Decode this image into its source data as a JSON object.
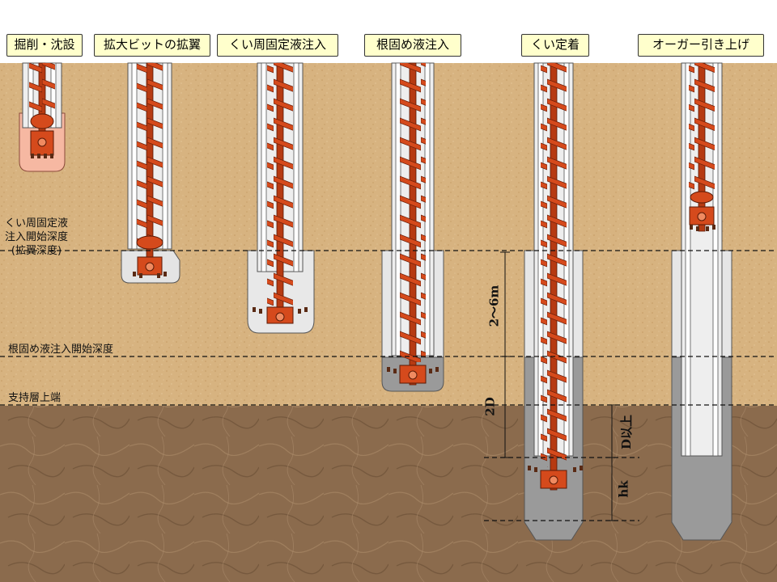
{
  "steps": [
    {
      "label": "掘削・沈設"
    },
    {
      "label": "拡大ビットの拡翼"
    },
    {
      "label": "くい周固定液注入"
    },
    {
      "label": "根固め液注入"
    },
    {
      "label": "くい定着"
    },
    {
      "label": "オーガー引き上げ"
    }
  ],
  "depth_labels": {
    "pile_fixing_start": [
      "くい周固定液",
      "注入開始深度",
      "(拡翼深度)"
    ],
    "root_solidifying_start": "根固め液注入開始深度",
    "bearing_layer_top": "支持層上端"
  },
  "dimensions": {
    "range_2_6m": "2～6m",
    "two_d": "2D",
    "d_or_more": "D以上",
    "hk": "hk"
  },
  "colors": {
    "soil_upper": "#d8b482",
    "soil_lower": "#8a6a4c",
    "auger": "#d54a1c",
    "casing": "#e9e9e9",
    "fixing_liquid": "#e6e6e6",
    "root_liquid": "#9a9a9a",
    "label_bg": "#ffffcc"
  }
}
